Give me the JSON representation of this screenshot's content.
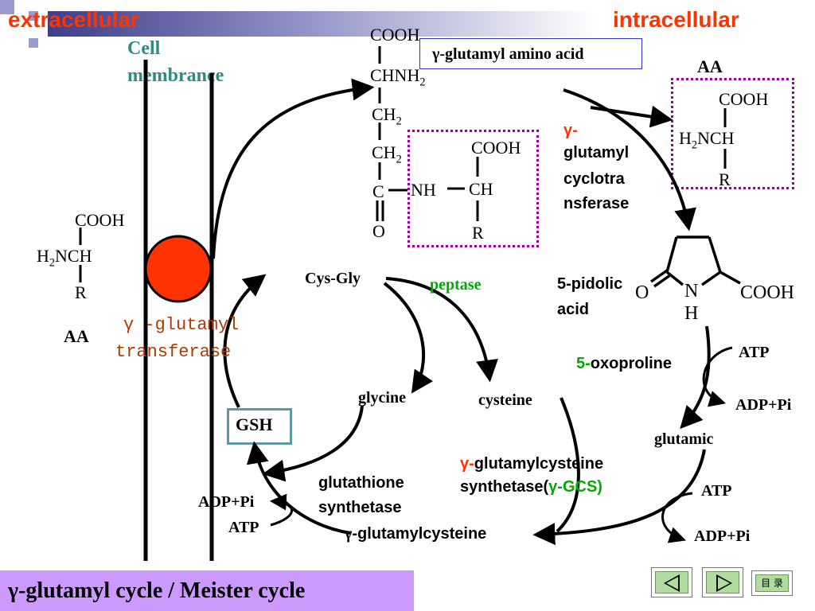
{
  "header": {
    "left_label": "extracellular",
    "right_label": "intracellular"
  },
  "membrane": {
    "label_line1": "Cell",
    "label_line2": "membrance"
  },
  "enzyme_label": {
    "line1": "γ -glutamyl",
    "line2": "transferase"
  },
  "external_aa": {
    "cooh": "COOH",
    "h2": "H",
    "h2sub": "2",
    "nch": "NCH",
    "r": "R",
    "name": "AA"
  },
  "gamma_glutamyl_aa": {
    "cooh": "COOH",
    "chnh": "CHNH",
    "chnh_sub": "2",
    "ch2a": "CH",
    "ch2a_sub": "2",
    "ch2b": "CH",
    "ch2b_sub": "2",
    "c": "C",
    "o": "O",
    "nh": "NH",
    "cooh2": "COOH",
    "ch": "CH",
    "r": "R",
    "box_label": "γ-glutamyl amino acid"
  },
  "internal_aa": {
    "name": "AA",
    "cooh": "COOH",
    "h2": "H",
    "h2sub": "2",
    "nch": "NCH",
    "r": "R"
  },
  "cyclotransferase": {
    "line1": "γ-",
    "line2": "glutamyl",
    "line3": "cyclotra",
    "line4": "nsferase"
  },
  "pyroglutamate": {
    "label_line1": "5-pidolic",
    "label_line2": "acid",
    "o": "O",
    "n": "N",
    "h": "H",
    "cooh": "COOH"
  },
  "oxoproline": {
    "prefix": "5-",
    "name": "oxoproline"
  },
  "right_branch": {
    "atp1": "ATP",
    "adp1": "ADP+Pi",
    "glutamic": "glutamic",
    "atp2": "ATP",
    "adp2": "ADP+Pi"
  },
  "cysgly": {
    "name": "Cys-Gly",
    "peptase": "peptase",
    "glycine": "glycine",
    "cysteine": "cysteine"
  },
  "gcs": {
    "line1_prefix": "γ-",
    "line1": "glutamylcysteine",
    "line2": "synthetase(",
    "line2_green": "γ-GCS)"
  },
  "product": {
    "gamma": "γ",
    "name": "-glutamylcysteine"
  },
  "gs": {
    "line1": "glutathione",
    "line2": "synthetase",
    "adp": "ADP+Pi",
    "atp": "ATP",
    "gsh": "GSH"
  },
  "footer": {
    "title": "γ-glutamyl cycle / Meister cycle",
    "menu_label": "目 录"
  },
  "colors": {
    "accent_red": "#ff3300",
    "enzyme_green": "#00aa00",
    "membrane_teal": "#2f8a82",
    "transporter": "#ff3300",
    "footer_bg": "#cc99ff",
    "box_border": "#990099"
  }
}
